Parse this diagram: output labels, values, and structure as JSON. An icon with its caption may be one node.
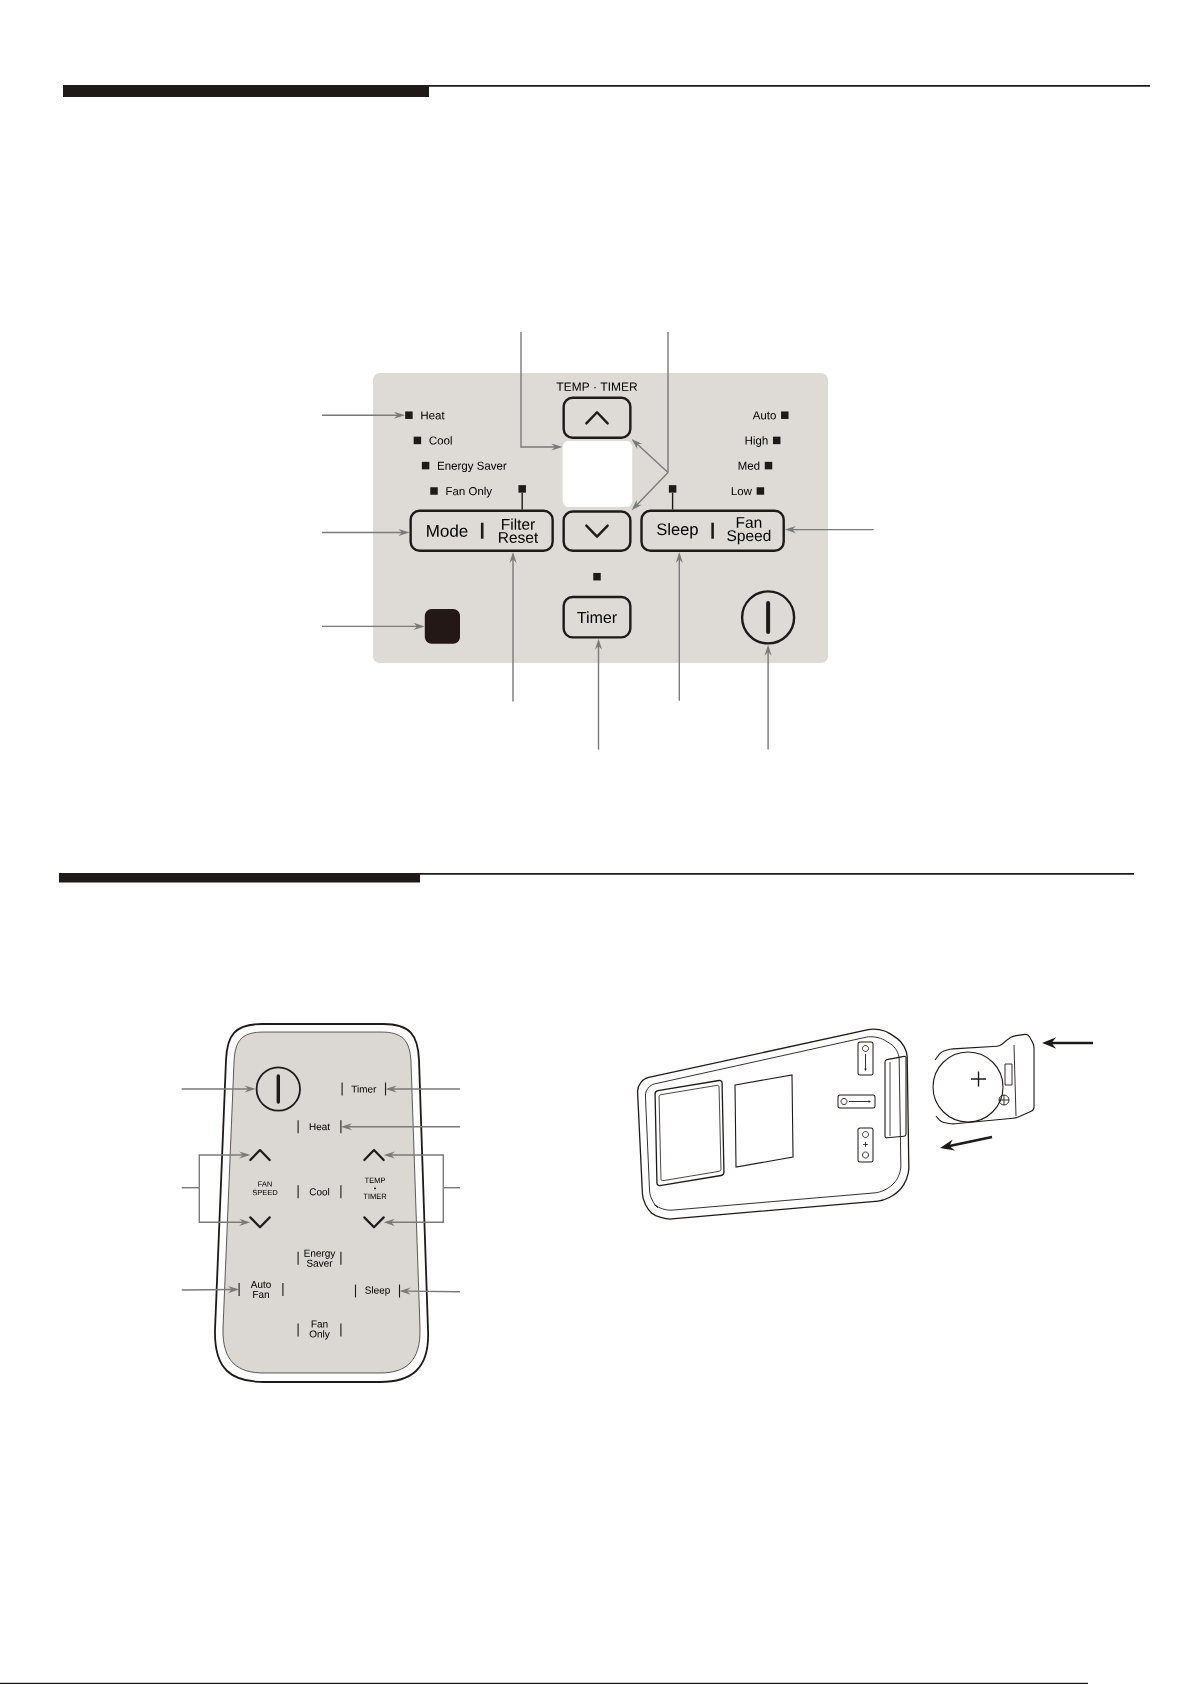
{
  "diagram": {
    "nodes": [
      {
        "text": [],
        "shape": "box"
      },
      {
        "text": [],
        "shape": "box",
        "beside": [
          "Heat"
        ],
        "in": 0
      },
      {
        "text": [],
        "shape": "box",
        "beside": [
          "Cool"
        ],
        "in": 0
      },
      {
        "text": [],
        "shape": "box",
        "beside": [
          "Energy Saver"
        ],
        "in": 0
      },
      {
        "text": [],
        "shape": "box",
        "beside": [
          "Fan Only"
        ],
        "in": 0
      },
      {
        "text": [],
        "shape": "box",
        "beside": [
          "Auto"
        ],
        "in": 0
      },
      {
        "text": [],
        "shape": "box",
        "beside": [
          "High"
        ],
        "in": 0
      },
      {
        "text": [],
        "shape": "box",
        "beside": [
          "Med"
        ],
        "in": 0
      },
      {
        "text": [],
        "shape": "box",
        "beside": [
          "Low"
        ],
        "in": 0
      },
      {
        "text": [],
        "shape": "box",
        "in": 0
      },
      {
        "text": [],
        "shape": "box",
        "in": 0
      },
      {
        "text": [],
        "shape": "box",
        "in": 0
      },
      {
        "text": [],
        "shape": "box",
        "in": 0
      },
      {
        "text": [
          "Mode",
          "Filter Reset"
        ],
        "in": 0
      },
      {
        "text": [],
        "shape": "box",
        "in": 0
      },
      {
        "text": [
          "Sleep",
          "Fan Speed"
        ],
        "in": 0
      },
      {
        "text": [],
        "shape": "box",
        "in": 0
      },
      {
        "text": [],
        "shape": "box",
        "in": 0
      },
      {
        "text": [
          "Timer"
        ],
        "in": 0
      },
      {
        "text": [],
        "shape": "circle",
        "in": 0
      },
      {
        "text": [],
        "shape": "box"
      },
      {
        "text": [],
        "shape": "circle",
        "in": 20
      },
      {
        "text": [
          "Timer"
        ],
        "in": 20
      },
      {
        "text": [
          "Heat"
        ],
        "in": 20
      },
      {
        "text": [],
        "shape": "chevron",
        "in": 20
      },
      {
        "text": [],
        "shape": "chevron",
        "in": 20
      },
      {
        "text": [
          "Cool"
        ],
        "in": 20
      },
      {
        "text": [],
        "shape": "chevron",
        "in": 20
      },
      {
        "text": [],
        "shape": "chevron",
        "in": 20
      },
      {
        "text": [
          "Energy Saver"
        ],
        "in": 20
      },
      {
        "text": [
          "Auto Fan"
        ],
        "in": 20
      },
      {
        "text": [
          "Sleep"
        ],
        "in": 20
      },
      {
        "text": [
          "Fan Only"
        ],
        "in": 20
      }
    ],
    "edges": [
      {
        "from": null,
        "to": 1,
        "arrow": "to"
      },
      {
        "from": null,
        "to": 10,
        "arrow": "to"
      },
      {
        "from": null,
        "to": 9,
        "arrow": "to"
      },
      {
        "from": null,
        "to": 11,
        "arrow": "to"
      },
      {
        "from": 12,
        "to": 13,
        "arrow": "none",
        "color": "#1e1a18"
      },
      {
        "from": 14,
        "to": 15,
        "arrow": "none",
        "color": "#1e1a18"
      },
      {
        "from": null,
        "to": 15,
        "arrow": "to"
      },
      {
        "from": null,
        "to": 13,
        "arrow": "to"
      },
      {
        "from": null,
        "to": 17,
        "arrow": "to"
      },
      {
        "from": null,
        "to": 13,
        "arrow": "to"
      },
      {
        "from": null,
        "to": 15,
        "arrow": "to"
      },
      {
        "from": null,
        "to": 18,
        "arrow": "to"
      },
      {
        "from": null,
        "to": 19,
        "arrow": "to"
      },
      {
        "from": null,
        "to": 21,
        "arrow": "to"
      },
      {
        "from": null,
        "to": 22,
        "arrow": "to"
      },
      {
        "from": null,
        "to": 23,
        "arrow": "to"
      },
      {
        "from": null,
        "to": 24,
        "arrow": "to"
      },
      {
        "from": null,
        "to": 27,
        "arrow": "to"
      },
      {
        "from": null,
        "to": 25,
        "arrow": "to"
      },
      {
        "from": null,
        "to": 28,
        "arrow": "to"
      },
      {
        "from": null,
        "to": 30,
        "arrow": "to"
      },
      {
        "from": null,
        "to": 31,
        "arrow": "to"
      }
    ],
    "labels": [
      "TEMP · TIMER",
      "FAN SPEED",
      "TEMP • TIMER"
    ]
  }
}
